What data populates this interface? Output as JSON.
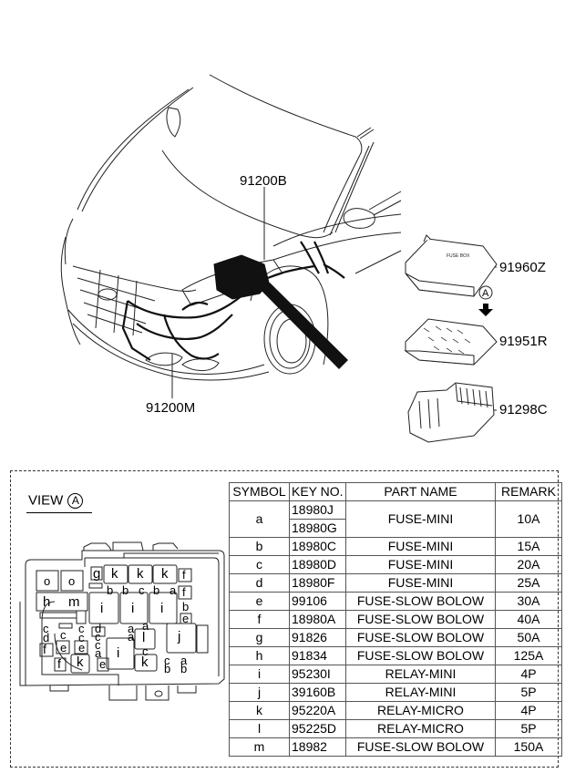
{
  "callouts": {
    "harness_main": "91200B",
    "harness_front": "91200M",
    "cover": "91960Z",
    "block": "91951R",
    "lower_cover": "91298C",
    "view_marker": "A"
  },
  "view": {
    "label": "VIEW",
    "marker": "A"
  },
  "table": {
    "headers": [
      "SYMBOL",
      "KEY NO.",
      "PART NAME",
      "REMARK"
    ],
    "rows": [
      {
        "symbol": "a",
        "keys": [
          "18980J",
          "18980G"
        ],
        "name": "FUSE-MINI",
        "remark": "10A"
      },
      {
        "symbol": "b",
        "keys": [
          "18980C"
        ],
        "name": "FUSE-MINI",
        "remark": "15A"
      },
      {
        "symbol": "c",
        "keys": [
          "18980D"
        ],
        "name": "FUSE-MINI",
        "remark": "20A"
      },
      {
        "symbol": "d",
        "keys": [
          "18980F"
        ],
        "name": "FUSE-MINI",
        "remark": "25A"
      },
      {
        "symbol": "e",
        "keys": [
          "99106"
        ],
        "name": "FUSE-SLOW BOLOW",
        "remark": "30A"
      },
      {
        "symbol": "f",
        "keys": [
          "18980A"
        ],
        "name": "FUSE-SLOW BOLOW",
        "remark": "40A"
      },
      {
        "symbol": "g",
        "keys": [
          "91826"
        ],
        "name": "FUSE-SLOW BOLOW",
        "remark": "50A"
      },
      {
        "symbol": "h",
        "keys": [
          "91834"
        ],
        "name": "FUSE-SLOW BOLOW",
        "remark": "125A"
      },
      {
        "symbol": "i",
        "keys": [
          "95230I"
        ],
        "name": "RELAY-MINI",
        "remark": "4P"
      },
      {
        "symbol": "j",
        "keys": [
          "39160B"
        ],
        "name": "RELAY-MINI",
        "remark": "5P"
      },
      {
        "symbol": "k",
        "keys": [
          "95220A"
        ],
        "name": "RELAY-MICRO",
        "remark": "4P"
      },
      {
        "symbol": "l",
        "keys": [
          "95225D"
        ],
        "name": "RELAY-MICRO",
        "remark": "5P"
      },
      {
        "symbol": "m",
        "keys": [
          "18982"
        ],
        "name": "FUSE-SLOW BOLOW",
        "remark": "150A"
      }
    ]
  },
  "fusebox_layout": {
    "slots": [
      {
        "label": "o"
      },
      {
        "label": "o"
      },
      {
        "label": "g"
      },
      {
        "label": "k"
      },
      {
        "label": "k"
      },
      {
        "label": "k"
      },
      {
        "label": "f"
      },
      {
        "label": "b"
      },
      {
        "label": "b"
      },
      {
        "label": "c"
      },
      {
        "label": "b"
      },
      {
        "label": "a"
      },
      {
        "label": "f"
      },
      {
        "label": "b"
      },
      {
        "label": "e"
      },
      {
        "label": "h"
      },
      {
        "label": "m"
      },
      {
        "label": "i"
      },
      {
        "label": "i"
      },
      {
        "label": "i"
      },
      {
        "label": "c"
      },
      {
        "label": "d"
      },
      {
        "label": "f"
      },
      {
        "label": "c"
      },
      {
        "label": "e"
      },
      {
        "label": "c"
      },
      {
        "label": "c"
      },
      {
        "label": "e"
      },
      {
        "label": "d"
      },
      {
        "label": "c"
      },
      {
        "label": "c"
      },
      {
        "label": "a"
      },
      {
        "label": "a"
      },
      {
        "label": "a"
      },
      {
        "label": "a"
      },
      {
        "label": "l"
      },
      {
        "label": "c"
      },
      {
        "label": "k"
      },
      {
        "label": "j"
      },
      {
        "label": "i"
      },
      {
        "label": "f"
      },
      {
        "label": "k"
      },
      {
        "label": "e"
      },
      {
        "label": "c"
      },
      {
        "label": "b"
      },
      {
        "label": "a"
      },
      {
        "label": "b"
      }
    ]
  }
}
